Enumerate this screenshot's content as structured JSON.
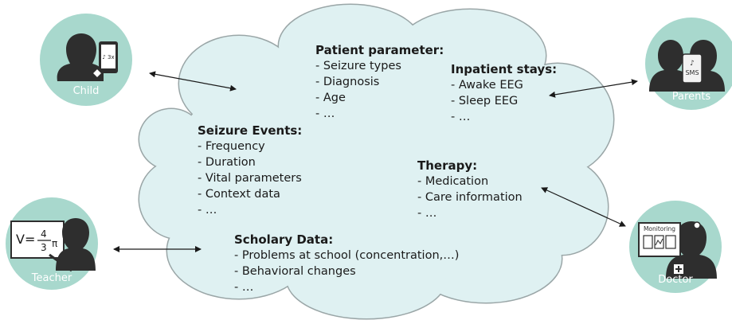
{
  "colors": {
    "cloud_fill": "#dff1f2",
    "cloud_stroke": "#9aa6a7",
    "actor_circle": "#a8d8cd",
    "silhouette": "#2e2e2e",
    "label_text": "#ffffff"
  },
  "actors": {
    "child": {
      "label": "Child",
      "icon": "child-with-phone-icon"
    },
    "parents": {
      "label": "Parents",
      "icon": "parents-with-sms-phone-icon",
      "phone_text": "SMS"
    },
    "teacher": {
      "label": "Teacher",
      "icon": "teacher-at-whiteboard-icon",
      "board_text": "V=",
      "board_frac_num": "4",
      "board_frac_den": "3",
      "board_tail": "π"
    },
    "doctor": {
      "label": "Doctor",
      "icon": "doctor-with-monitor-icon",
      "monitor_text": "Monitoring"
    }
  },
  "blocks": {
    "patient_parameter": {
      "heading": "Patient parameter:",
      "items": [
        "Seizure types",
        "Diagnosis",
        "Age",
        "…"
      ]
    },
    "inpatient_stays": {
      "heading": "Inpatient stays:",
      "items": [
        "Awake EEG",
        "Sleep EEG",
        "…"
      ]
    },
    "seizure_events": {
      "heading": "Seizure Events:",
      "items": [
        "Frequency",
        "Duration",
        "Vital parameters",
        "Context data",
        "…"
      ]
    },
    "therapy": {
      "heading": "Therapy:",
      "items": [
        "Medication",
        "Care information",
        "…"
      ]
    },
    "scholary_data": {
      "heading": "Scholary Data:",
      "items": [
        "Problems at school (concentration,…)",
        "Behavioral changes",
        "…"
      ]
    }
  }
}
